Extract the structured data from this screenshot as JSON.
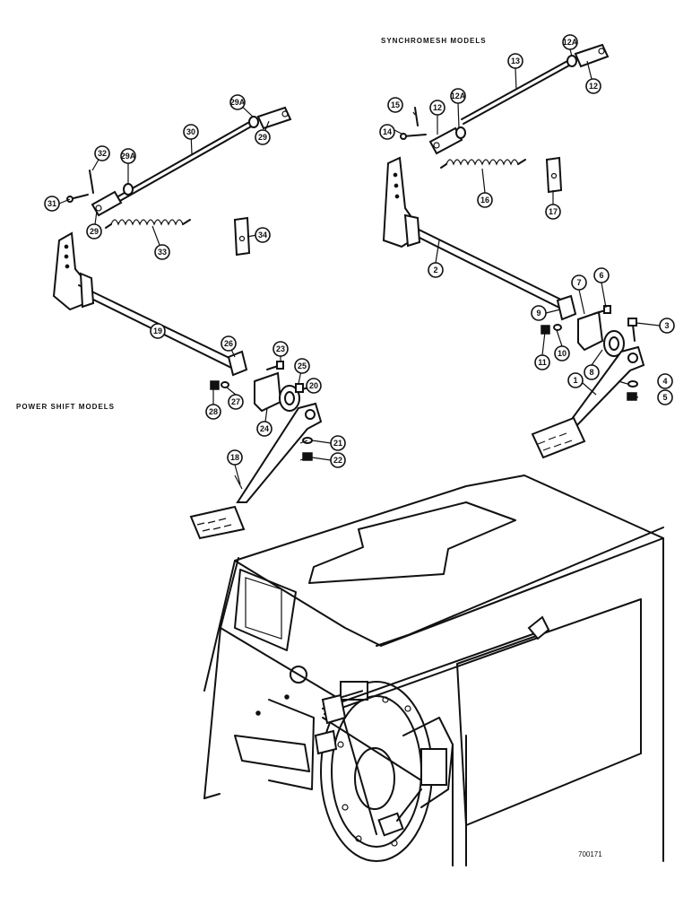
{
  "captions": {
    "synchromesh": "SYNCHROMESH MODELS",
    "power_shift": "POWER SHIFT MODELS"
  },
  "drawing_code": "700171",
  "callouts": {
    "p1": "1",
    "p2": "2",
    "p3": "3",
    "p4": "4",
    "p5": "5",
    "p6": "6",
    "p7": "7",
    "p8": "8",
    "p9": "9",
    "p10": "10",
    "p11": "11",
    "p12a": "12",
    "p12b": "12",
    "p12A_a": "12A",
    "p12A_b": "12A",
    "p13": "13",
    "p14": "14",
    "p15": "15",
    "p16": "16",
    "p17": "17",
    "p18": "18",
    "p19": "19",
    "p20": "20",
    "p21": "21",
    "p22": "22",
    "p23": "23",
    "p24": "24",
    "p25": "25",
    "p26": "26",
    "p27": "27",
    "p28": "28",
    "p29a": "29",
    "p29b": "29",
    "p29A_a": "29A",
    "p29A_b": "29A",
    "p30": "30",
    "p31": "31",
    "p32": "32",
    "p33": "33",
    "p34": "34"
  }
}
